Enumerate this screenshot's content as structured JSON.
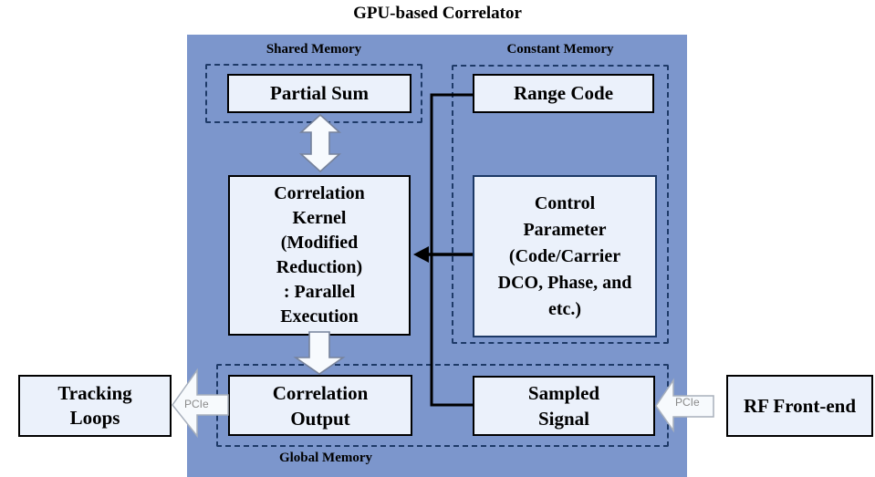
{
  "title": "GPU-based Correlator",
  "regions": {
    "shared_memory": {
      "label": "Shared Memory"
    },
    "constant_memory": {
      "label": "Constant Memory"
    },
    "global_memory": {
      "label": "Global Memory"
    }
  },
  "blocks": {
    "partial_sum": {
      "label": "Partial Sum"
    },
    "range_code": {
      "label": "Range Code"
    },
    "correlation_kernel": {
      "lines": [
        "Correlation",
        "Kernel",
        "(Modified",
        "Reduction)",
        ": Parallel",
        "Execution"
      ]
    },
    "control_parameter": {
      "lines": [
        "Control",
        "Parameter",
        "(Code/Carrier",
        "DCO, Phase, and",
        "etc.)"
      ]
    },
    "correlation_output": {
      "lines": [
        "Correlation",
        "Output"
      ]
    },
    "sampled_signal": {
      "lines": [
        "Sampled",
        "Signal"
      ]
    },
    "tracking_loops": {
      "lines": [
        "Tracking",
        "Loops"
      ]
    },
    "rf_front_end": {
      "label": "RF Front-end"
    }
  },
  "connectors": {
    "pcie_left_label": "PCIe",
    "pcie_right_label": "PCIe"
  },
  "colors": {
    "canvas_bg": "#ffffff",
    "gpu_panel": "#7C96CC",
    "block_fill": "#EBF1FB",
    "block_border": "#000000",
    "control_border": "#1c3966",
    "dashed_border": "#1E3A68",
    "connector": "#000000",
    "flow_arrow_fill": "#F7FAFE",
    "flow_arrow_stroke": "#76829B",
    "pcie_arrow_fill": "#F7FAFD",
    "pcie_arrow_stroke": "#A8B0BC",
    "pcie_label_color": "#8a8a8a"
  }
}
